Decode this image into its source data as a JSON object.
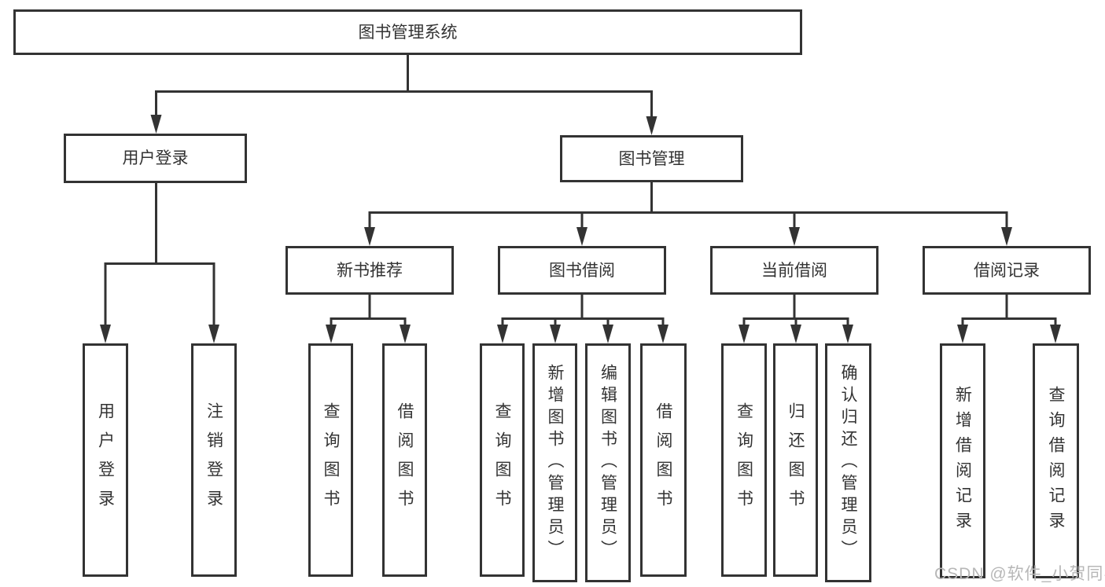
{
  "diagram": {
    "type": "tree-flowchart",
    "watermark": "CSDN @软件_小贺同学",
    "colors": {
      "line": "#333333",
      "text": "#333333",
      "box_background": "#ffffff",
      "watermark": "#b7b7b7"
    },
    "nodes": {
      "root": {
        "label": "图书管理系统"
      },
      "user_login": {
        "label": "用户登录"
      },
      "book_management": {
        "label": "图书管理"
      },
      "new_book_recommend": {
        "label": "新书推荐"
      },
      "book_borrow": {
        "label": "图书借阅"
      },
      "current_borrow": {
        "label": "当前借阅"
      },
      "borrow_records": {
        "label": "借阅记录"
      },
      "leaf_user_login": {
        "label": "用户登录"
      },
      "leaf_logout": {
        "label": "注销登录"
      },
      "nb_query_books": {
        "label": "查询图书"
      },
      "nb_borrow_books": {
        "label": "借阅图书"
      },
      "bb_query_books": {
        "label": "查询图书"
      },
      "bb_add_books": {
        "label": "新增图书（管理员）"
      },
      "bb_edit_books": {
        "label": "编辑图书（管理员）"
      },
      "bb_borrow_books": {
        "label": "借阅图书"
      },
      "cb_query_books": {
        "label": "查询图书"
      },
      "cb_return_books": {
        "label": "归还图书"
      },
      "cb_confirm_return": {
        "label": "确认归还（管理员）"
      },
      "br_add_record": {
        "label": "新增借阅记录"
      },
      "br_query_record": {
        "label": "查询借阅记录"
      }
    }
  }
}
